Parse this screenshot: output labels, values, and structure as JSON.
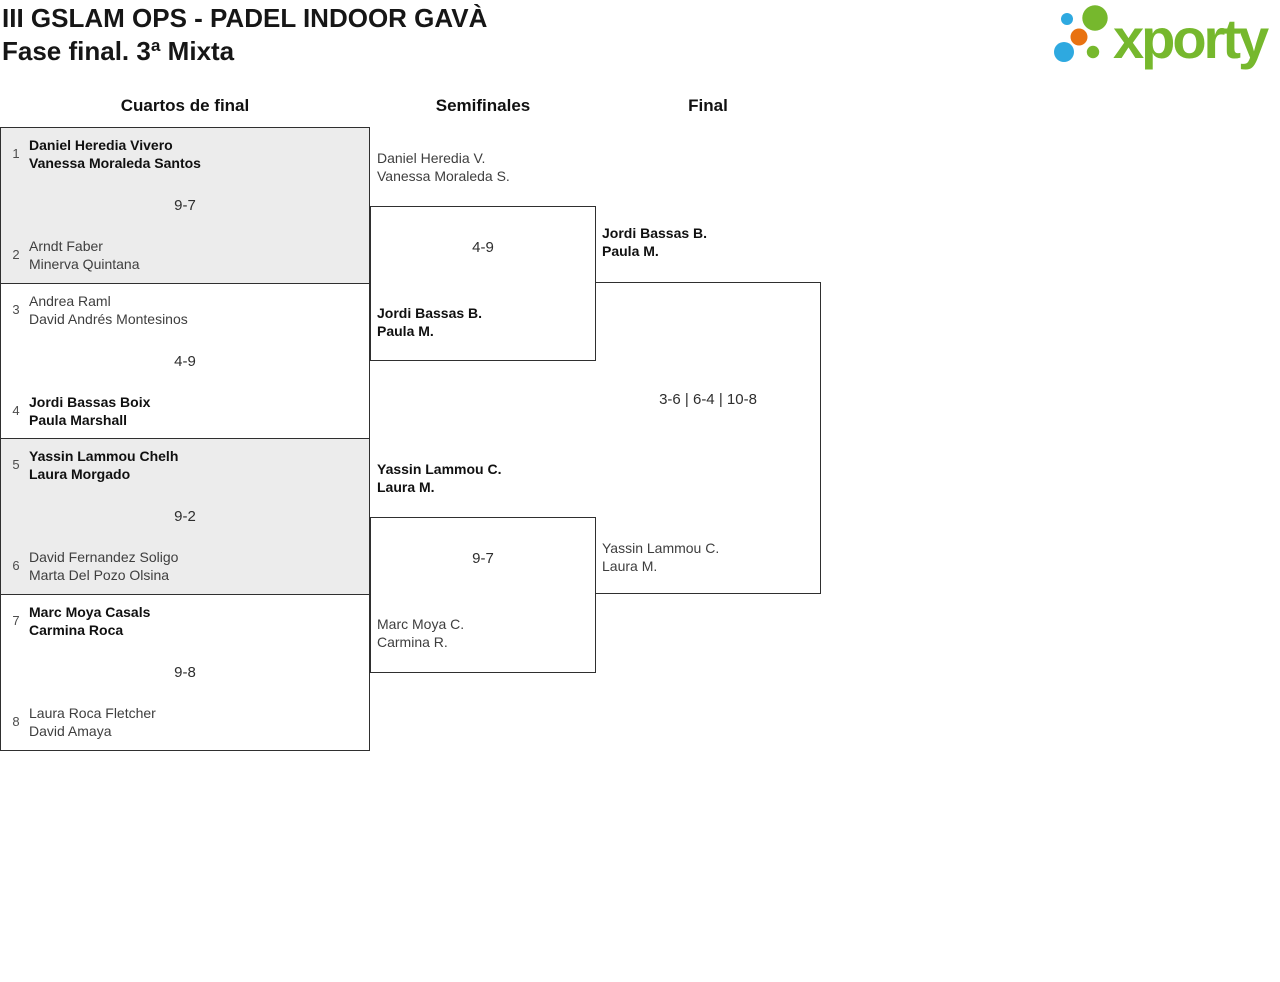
{
  "header": {
    "title": "III GSLAM OPS - PADEL INDOOR GAVÀ",
    "subtitle": "Fase final. 3ª Mixta",
    "logo_text": "xporty",
    "logo_colors": {
      "green": "#76b82d",
      "blue": "#2ea9e0",
      "orange": "#e87211"
    }
  },
  "columns": {
    "quarterfinals": "Cuartos de final",
    "semifinals": "Semifinales",
    "final": "Final"
  },
  "bracket": {
    "quarterfinals": [
      {
        "seed1": "1",
        "team1_line1": "Daniel Heredia Vivero",
        "team1_line2": "Vanessa Moraleda Santos",
        "team1_winner": true,
        "score": "9-7",
        "seed2": "2",
        "team2_line1": "Arndt Faber",
        "team2_line2": "Minerva Quintana",
        "team2_winner": false
      },
      {
        "seed1": "3",
        "team1_line1": "Andrea Raml",
        "team1_line2": "David Andrés Montesinos",
        "team1_winner": false,
        "score": "4-9",
        "seed2": "4",
        "team2_line1": "Jordi Bassas Boix",
        "team2_line2": "Paula Marshall",
        "team2_winner": true
      },
      {
        "seed1": "5",
        "team1_line1": "Yassin Lammou Chelh",
        "team1_line2": "Laura Morgado",
        "team1_winner": true,
        "score": "9-2",
        "seed2": "6",
        "team2_line1": "David Fernandez Soligo",
        "team2_line2": "Marta Del Pozo Olsina",
        "team2_winner": false
      },
      {
        "seed1": "7",
        "team1_line1": "Marc Moya Casals",
        "team1_line2": "Carmina Roca",
        "team1_winner": true,
        "score": "9-8",
        "seed2": "8",
        "team2_line1": "Laura Roca Fletcher",
        "team2_line2": "David Amaya",
        "team2_winner": false
      }
    ],
    "semifinals": [
      {
        "team1_line1": "Daniel Heredia V.",
        "team1_line2": "Vanessa Moraleda S.",
        "team1_winner": false,
        "score": "4-9",
        "team2_line1": "Jordi Bassas B.",
        "team2_line2": "Paula M.",
        "team2_winner": true
      },
      {
        "team1_line1": "Yassin Lammou C.",
        "team1_line2": "Laura M.",
        "team1_winner": true,
        "score": "9-7",
        "team2_line1": "Marc Moya C.",
        "team2_line2": "Carmina R.",
        "team2_winner": false
      }
    ],
    "final": {
      "team1_line1": "Jordi Bassas B.",
      "team1_line2": "Paula M.",
      "team1_winner": true,
      "score": "3-6 | 6-4 | 10-8",
      "team2_line1": "Yassin Lammou C.",
      "team2_line2": "Laura M.",
      "team2_winner": false
    }
  }
}
